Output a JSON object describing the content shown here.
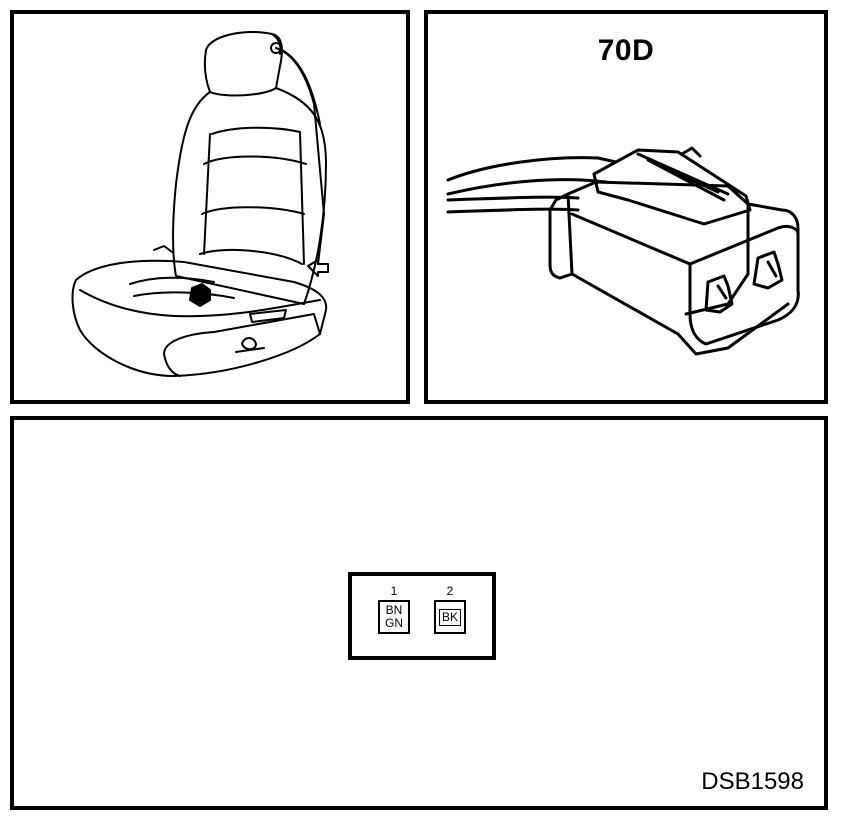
{
  "connector": {
    "title": "70D"
  },
  "pinout": {
    "pins": [
      {
        "number": "1",
        "wire_top": "BN",
        "wire_bottom": "GN"
      },
      {
        "number": "2",
        "wire_top": "BK",
        "wire_bottom": ""
      }
    ]
  },
  "diagram_id": "DSB1598"
}
